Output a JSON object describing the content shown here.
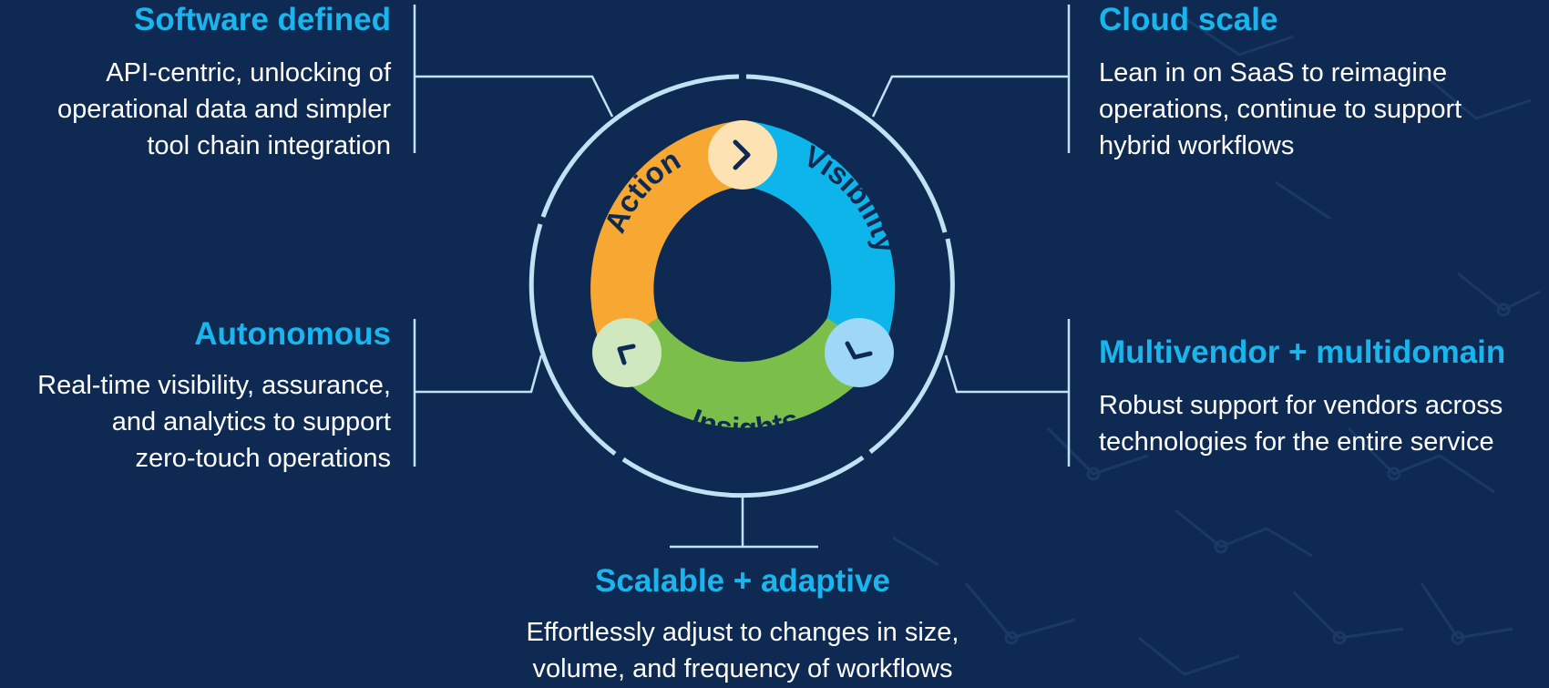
{
  "features": {
    "software": {
      "title": "Software defined",
      "description": "API-centric, unlocking of\noperational data and simpler\ntool chain integration"
    },
    "autonomous": {
      "title": "Autonomous",
      "description": "Real-time visibility, assurance,\nand analytics to support\nzero-touch operations"
    },
    "cloud": {
      "title": "Cloud scale",
      "description": "Lean in on SaaS to reimagine\noperations, continue to support\nhybrid workflows"
    },
    "multivendor": {
      "title": "Multivendor + multidomain",
      "description": "Robust support for vendors across\ntechnologies for the entire service"
    },
    "scalable": {
      "title": "Scalable + adaptive",
      "description": "Effortlessly adjust to changes in size,\nvolume, and frequency of workflows"
    }
  },
  "cycle": {
    "action": "Action",
    "visibility": "Visibility",
    "insights": "Insights"
  },
  "colors": {
    "background": "#0e2a52",
    "accent_title": "#19b5ec",
    "action": "#f7a833",
    "visibility": "#0db5ea",
    "insights": "#7bbf4a",
    "outer_ring": "#bfe2f5"
  }
}
